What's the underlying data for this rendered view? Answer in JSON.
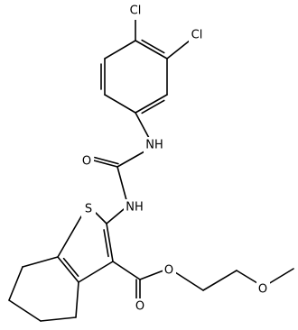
{
  "molecule": {
    "atom_labels": {
      "cl_top": "Cl",
      "cl_right": "Cl",
      "nh_upper": "NH",
      "o_urea": "O",
      "nh_lower": "NH",
      "s_ring": "S",
      "o_carbonyl": "O",
      "o_ester": "O",
      "o_methoxy": "O"
    }
  }
}
